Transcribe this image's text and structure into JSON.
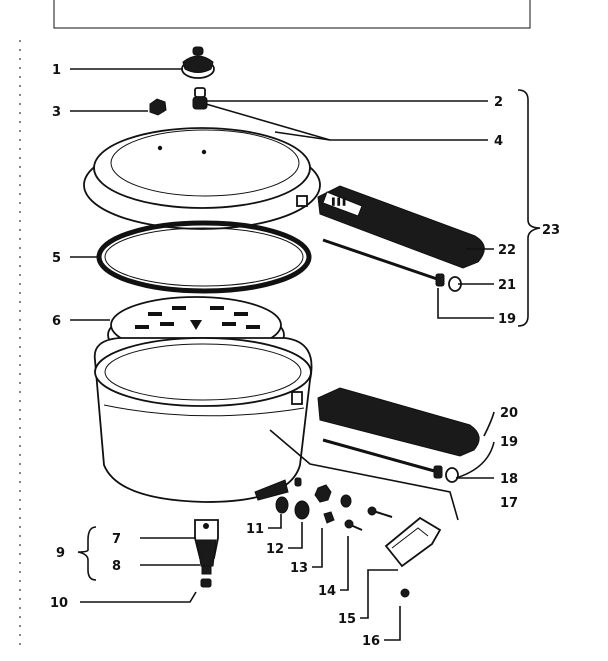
{
  "labels": {
    "p1": "1",
    "p2": "2",
    "p3": "3",
    "p4": "4",
    "p5": "5",
    "p6": "6",
    "p7": "7",
    "p8": "8",
    "p9": "9",
    "p10": "10",
    "p11": "11",
    "p12": "12",
    "p13": "13",
    "p14": "14",
    "p15": "15",
    "p16": "16",
    "p17": "17",
    "p18": "18",
    "p19a": "19",
    "p19b": "19",
    "p20": "20",
    "p21": "21",
    "p22": "22",
    "p23": "23"
  },
  "colors": {
    "ink": "#111111",
    "paper": "#ffffff"
  }
}
